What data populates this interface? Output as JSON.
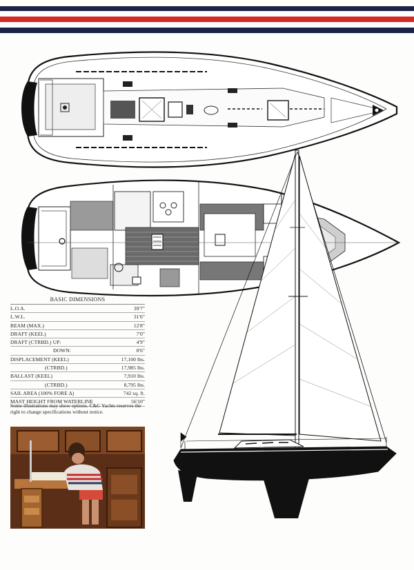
{
  "dimensions": {
    "title": "BASIC DIMENSIONS",
    "rows": [
      {
        "label": "L.O.A.",
        "value": "39'7\""
      },
      {
        "label": "L.W.L.",
        "value": "31'6\""
      },
      {
        "label": "BEAM (MAX.)",
        "value": "12'8\""
      },
      {
        "label": "DRAFT (KEEL)",
        "value": "7'0\""
      },
      {
        "label": "DRAFT (CTRBD.) UP:",
        "value": "4'9\""
      },
      {
        "label": "DOWN:",
        "value": "8'6\"",
        "indent": true
      },
      {
        "label": "DISPLACEMENT (KEEL)",
        "value": "17,100 lbs."
      },
      {
        "label": "(CTRBD.)",
        "value": "17,985 lbs.",
        "indent": true
      },
      {
        "label": "BALLAST (KEEL)",
        "value": "7,910 lbs."
      },
      {
        "label": "(CTRBD.)",
        "value": "8,795 lbs.",
        "indent": true
      },
      {
        "label": "SAIL AREA (100% FORE Δ)",
        "value": "742 sq. ft."
      },
      {
        "label": "MAST HEIGHT FROM WATERLINE",
        "value": "56'10\""
      }
    ]
  },
  "note": "Some illustrations may show options. C&C Yachts reserves the right to change specifications without notice.",
  "colors": {
    "navy": "#1b2148",
    "red": "#d52a25"
  }
}
